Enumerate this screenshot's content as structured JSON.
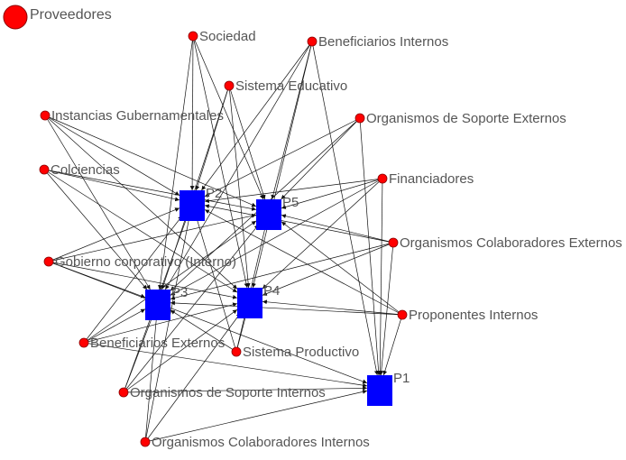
{
  "legend": {
    "label": "Proveedores",
    "color": "#ff0000"
  },
  "colors": {
    "actor": "#ff0000",
    "project": "#0000ff",
    "edge": "#111111",
    "label": "#555555"
  },
  "actors": [
    {
      "id": "sociedad",
      "label": "Sociedad"
    },
    {
      "id": "benef_int",
      "label": "Beneficiarios Internos"
    },
    {
      "id": "sis_edu",
      "label": "Sistema Educativo"
    },
    {
      "id": "inst_gub",
      "label": "Instancias Gubernamentales"
    },
    {
      "id": "org_sop_ext",
      "label": "Organismos de Soporte Externos"
    },
    {
      "id": "colciencias",
      "label": "Colciencias"
    },
    {
      "id": "financiadores",
      "label": "Financiadores"
    },
    {
      "id": "org_col_ext",
      "label": "Organismos Colaboradores Externos"
    },
    {
      "id": "gob_corp",
      "label": "Gobierno corporativo (Interno)"
    },
    {
      "id": "proponentes",
      "label": "Proponentes Internos"
    },
    {
      "id": "benef_ext",
      "label": "Beneficiarios Externos"
    },
    {
      "id": "sis_prod",
      "label": "Sistema Productivo"
    },
    {
      "id": "org_sop_int",
      "label": "Organismos de Soporte Internos"
    },
    {
      "id": "org_col_int",
      "label": "Organismos Colaboradores Internos"
    }
  ],
  "projects": [
    {
      "id": "P1",
      "label": "P1"
    },
    {
      "id": "P2",
      "label": "P2"
    },
    {
      "id": "P3",
      "label": "P3"
    },
    {
      "id": "P4",
      "label": "P4"
    },
    {
      "id": "P5",
      "label": "P5"
    }
  ],
  "edges": [
    [
      "sociedad",
      "P2"
    ],
    [
      "sociedad",
      "P5"
    ],
    [
      "sociedad",
      "P3"
    ],
    [
      "sociedad",
      "P4"
    ],
    [
      "benef_int",
      "P2"
    ],
    [
      "benef_int",
      "P5"
    ],
    [
      "benef_int",
      "P3"
    ],
    [
      "benef_int",
      "P4"
    ],
    [
      "benef_int",
      "P1"
    ],
    [
      "sis_edu",
      "P2"
    ],
    [
      "sis_edu",
      "P5"
    ],
    [
      "sis_edu",
      "P3"
    ],
    [
      "sis_edu",
      "P4"
    ],
    [
      "inst_gub",
      "P2"
    ],
    [
      "inst_gub",
      "P5"
    ],
    [
      "inst_gub",
      "P3"
    ],
    [
      "inst_gub",
      "P4"
    ],
    [
      "org_sop_ext",
      "P2"
    ],
    [
      "org_sop_ext",
      "P5"
    ],
    [
      "org_sop_ext",
      "P3"
    ],
    [
      "org_sop_ext",
      "P1"
    ],
    [
      "colciencias",
      "P2"
    ],
    [
      "colciencias",
      "P5"
    ],
    [
      "colciencias",
      "P3"
    ],
    [
      "colciencias",
      "P4"
    ],
    [
      "financiadores",
      "P2"
    ],
    [
      "financiadores",
      "P5"
    ],
    [
      "financiadores",
      "P3"
    ],
    [
      "financiadores",
      "P4"
    ],
    [
      "financiadores",
      "P1"
    ],
    [
      "org_col_ext",
      "P2"
    ],
    [
      "org_col_ext",
      "P5"
    ],
    [
      "org_col_ext",
      "P3"
    ],
    [
      "org_col_ext",
      "P4"
    ],
    [
      "org_col_ext",
      "P1"
    ],
    [
      "gob_corp",
      "P2"
    ],
    [
      "gob_corp",
      "P5"
    ],
    [
      "gob_corp",
      "P3"
    ],
    [
      "gob_corp",
      "P4"
    ],
    [
      "gob_corp",
      "P1"
    ],
    [
      "proponentes",
      "P2"
    ],
    [
      "proponentes",
      "P5"
    ],
    [
      "proponentes",
      "P3"
    ],
    [
      "proponentes",
      "P4"
    ],
    [
      "proponentes",
      "P1"
    ],
    [
      "benef_ext",
      "P2"
    ],
    [
      "benef_ext",
      "P5"
    ],
    [
      "benef_ext",
      "P3"
    ],
    [
      "benef_ext",
      "P4"
    ],
    [
      "benef_ext",
      "P1"
    ],
    [
      "sis_prod",
      "P2"
    ],
    [
      "sis_prod",
      "P5"
    ],
    [
      "sis_prod",
      "P3"
    ],
    [
      "sis_prod",
      "P4"
    ],
    [
      "org_sop_int",
      "P2"
    ],
    [
      "org_sop_int",
      "P3"
    ],
    [
      "org_sop_int",
      "P4"
    ],
    [
      "org_sop_int",
      "P1"
    ],
    [
      "org_sop_int",
      "P5"
    ],
    [
      "org_col_int",
      "P3"
    ],
    [
      "org_col_int",
      "P4"
    ],
    [
      "org_col_int",
      "P1"
    ],
    [
      "org_col_int",
      "P2"
    ]
  ]
}
